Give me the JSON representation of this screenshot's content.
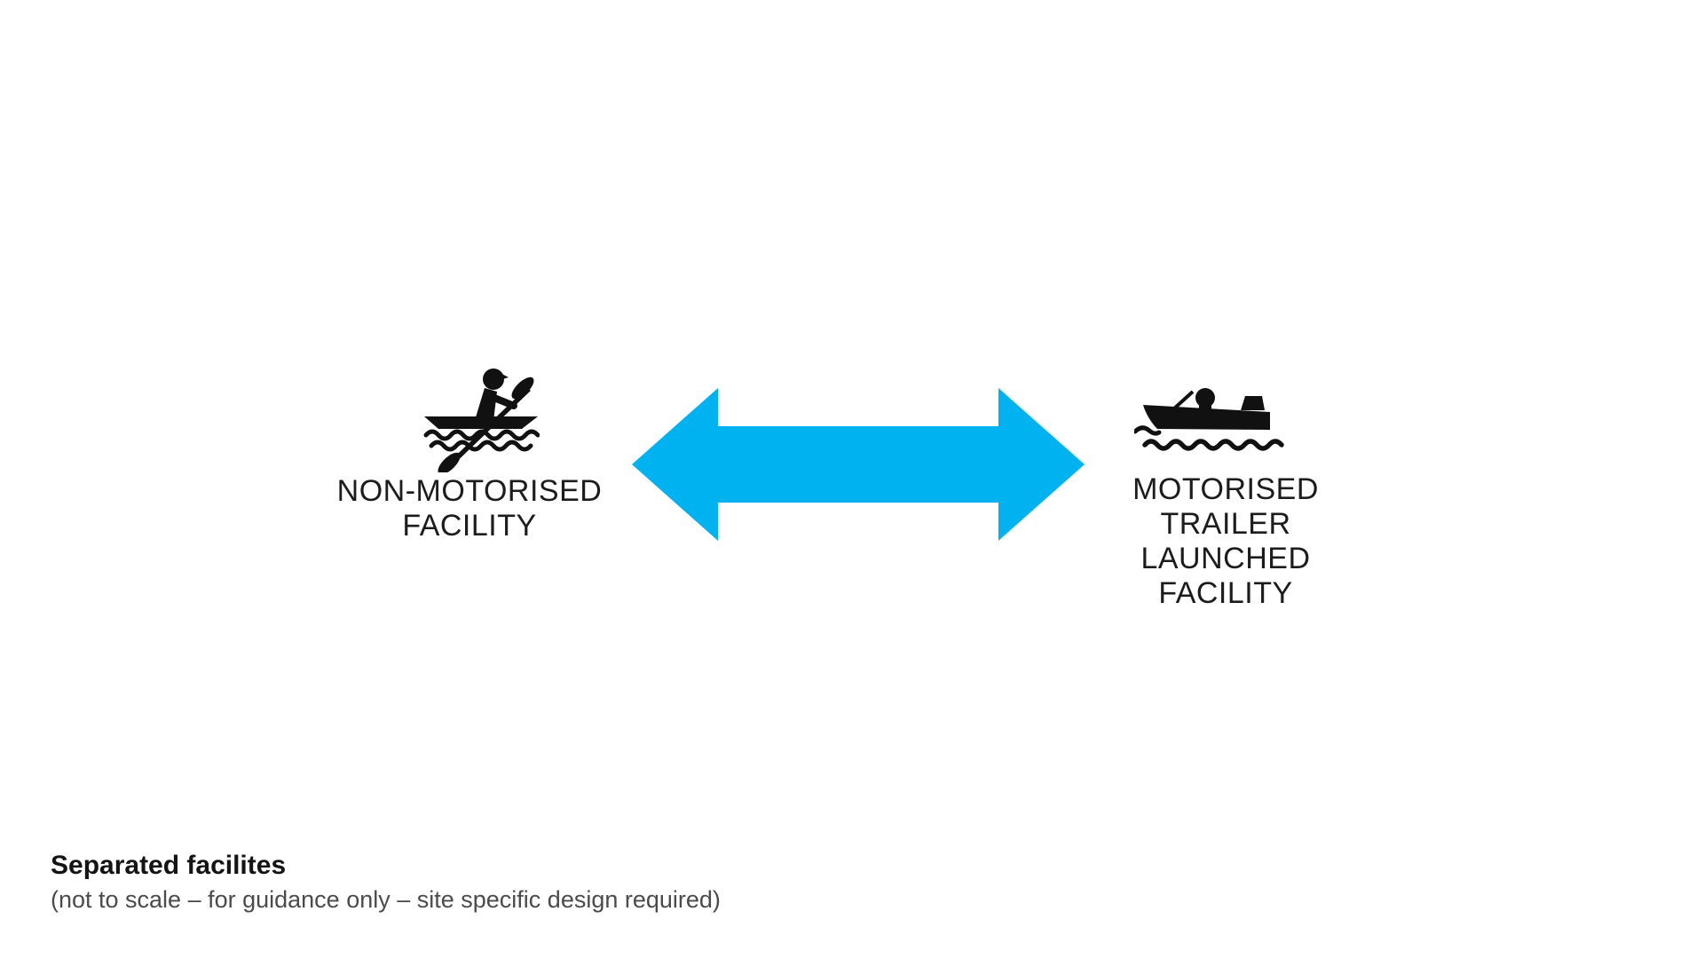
{
  "diagram": {
    "left_facility": {
      "icon": "kayaker-icon",
      "label_lines": [
        "NON-MOTORISED",
        "FACILITY"
      ]
    },
    "arrow": {
      "type": "double-headed-horizontal",
      "color": "#00b2ef"
    },
    "right_facility": {
      "icon": "motorboat-icon",
      "label_lines": [
        "MOTORISED",
        "TRAILER",
        "LAUNCHED",
        "FACILITY"
      ]
    }
  },
  "caption": {
    "title": "Separated facilites",
    "subtitle": "(not to scale – for guidance only – site specific design required)"
  },
  "colors": {
    "background": "#ffffff",
    "arrow": "#00b2ef",
    "icon": "#111111",
    "label_text": "#1c1c1c",
    "caption_title": "#141414",
    "caption_subtitle": "#4b4b4b"
  }
}
